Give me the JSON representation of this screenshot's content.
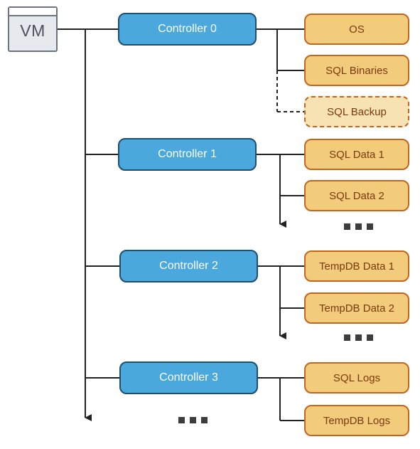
{
  "vm": {
    "label": "VM"
  },
  "controllers": [
    {
      "label": "Controller 0"
    },
    {
      "label": "Controller 1"
    },
    {
      "label": "Controller 2"
    },
    {
      "label": "Controller 3"
    }
  ],
  "disks": {
    "controller0": [
      {
        "label": "OS",
        "style": "solid"
      },
      {
        "label": "SQL Binaries",
        "style": "solid"
      },
      {
        "label": "SQL Backup",
        "style": "dashed"
      }
    ],
    "controller1": [
      {
        "label": "SQL Data 1",
        "style": "solid"
      },
      {
        "label": "SQL Data 2",
        "style": "solid"
      }
    ],
    "controller2": [
      {
        "label": "TempDB Data 1",
        "style": "solid"
      },
      {
        "label": "TempDB Data 2",
        "style": "solid"
      }
    ],
    "controller3": [
      {
        "label": "SQL Logs",
        "style": "solid"
      },
      {
        "label": "TempDB Logs",
        "style": "solid"
      }
    ]
  },
  "colors": {
    "controller_fill": "#4aa8dc",
    "controller_border": "#1d4f6e",
    "disk_fill": "#f2cb7b",
    "disk_optional_fill": "#f7e2b4",
    "disk_border": "#c3651f",
    "disk_text": "#7a3a10",
    "connector": "#222222",
    "vm_fill": "#e6e9ed"
  }
}
